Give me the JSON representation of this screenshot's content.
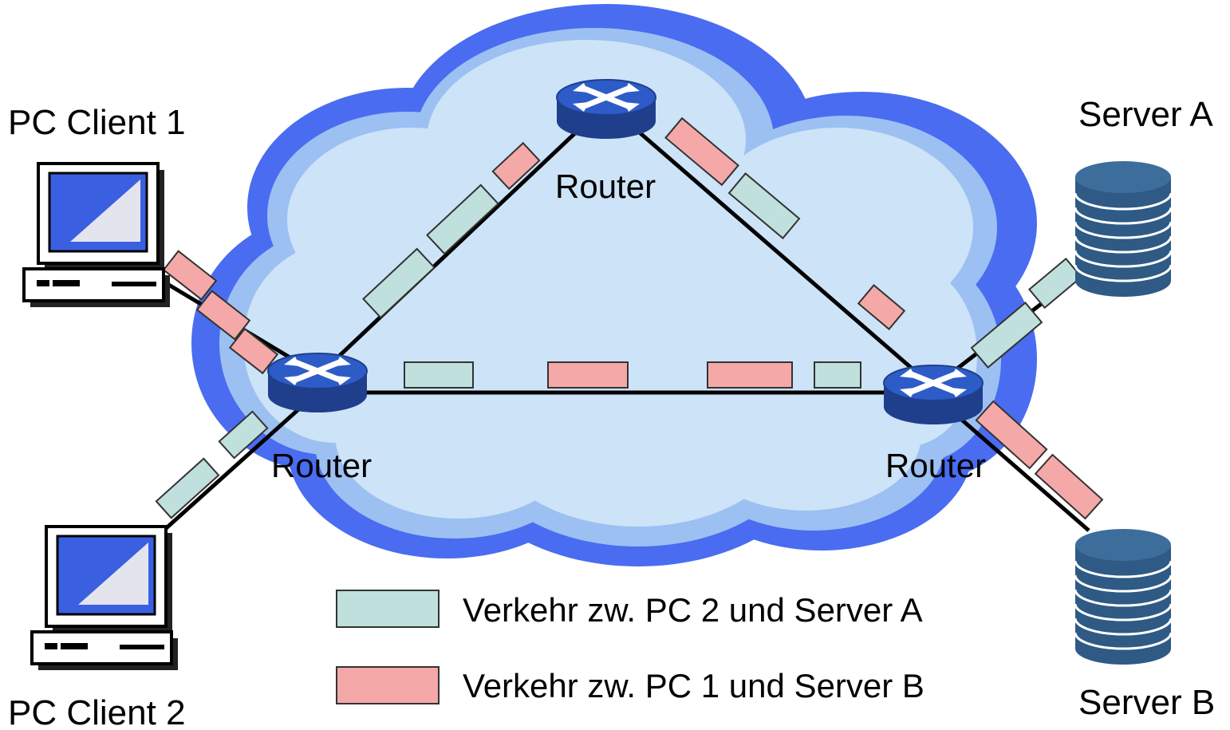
{
  "colors": {
    "cloud_outer": "#4a6cf0",
    "cloud_mid": "#9cc0f2",
    "cloud_inner": "#cde3f7",
    "router_body": "#1f3f8c",
    "router_top": "#2d5cc8",
    "packet_pc2_server_a": "#bfe0dc",
    "packet_pc1_server_b": "#f5a8a8",
    "server_body": "#2e5a85"
  },
  "nodes": {
    "pc_client_1": "PC Client 1",
    "pc_client_2": "PC Client 2",
    "server_a": "Server A",
    "server_b": "Server B"
  },
  "routers": {
    "top": "Router",
    "left": "Router",
    "right": "Router"
  },
  "legend": {
    "pc2_server_a": "Verkehr zw. PC 2 und Server A",
    "pc1_server_b": "Verkehr zw. PC 1 und Server B"
  }
}
